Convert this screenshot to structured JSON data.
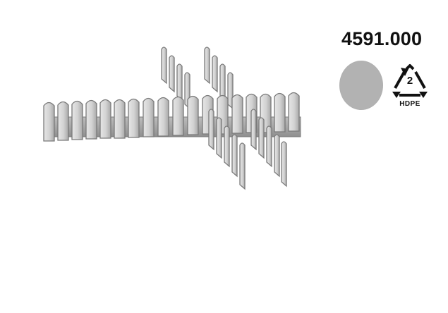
{
  "product": {
    "code": "4591.000",
    "color_hex": "#b2b2b2",
    "material_code": "2",
    "material_label": "HDPE",
    "illustration_icon": "garden-fence-divider-icon",
    "recycle_icon": "recycle-triangle-icon"
  }
}
